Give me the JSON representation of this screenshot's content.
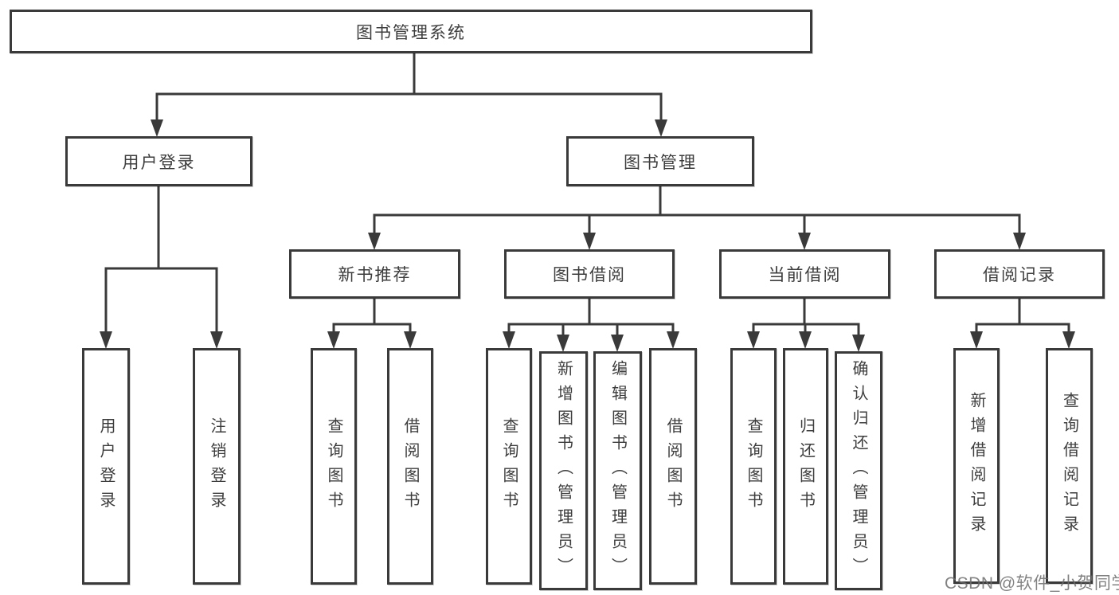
{
  "diagram": {
    "title": "图书管理系统",
    "nodes": {
      "root": {
        "label": "图书管理系统"
      },
      "user_login": {
        "label": "用户登录"
      },
      "book_mgmt": {
        "label": "图书管理"
      },
      "new_book_rec": {
        "label": "新书推荐"
      },
      "book_borrow": {
        "label": "图书借阅"
      },
      "current_borrow": {
        "label": "当前借阅"
      },
      "borrow_records": {
        "label": "借阅记录"
      },
      "leaf_user_login": {
        "label": "用户登录"
      },
      "leaf_logout": {
        "label": "注销登录"
      },
      "leaf_nb_query": {
        "label": "查询图书"
      },
      "leaf_nb_borrow": {
        "label": "借阅图书"
      },
      "leaf_bb_query": {
        "label": "查询图书"
      },
      "leaf_bb_add": {
        "label": "新增图书（管理员）"
      },
      "leaf_bb_edit": {
        "label": "编辑图书（管理员）"
      },
      "leaf_bb_borrow": {
        "label": "借阅图书"
      },
      "leaf_cb_query": {
        "label": "查询图书"
      },
      "leaf_cb_return": {
        "label": "归还图书"
      },
      "leaf_cb_confirm": {
        "label": "确认归还（管理员）"
      },
      "leaf_br_add": {
        "label": "新增借阅记录"
      },
      "leaf_br_query": {
        "label": "查询借阅记录"
      }
    },
    "watermark": "CSDN @软件_小贺同学",
    "colors": {
      "line": "#3a3a3a",
      "text": "#3d3d3d",
      "background": "#ffffff",
      "watermark": "#6c6c6c"
    }
  }
}
